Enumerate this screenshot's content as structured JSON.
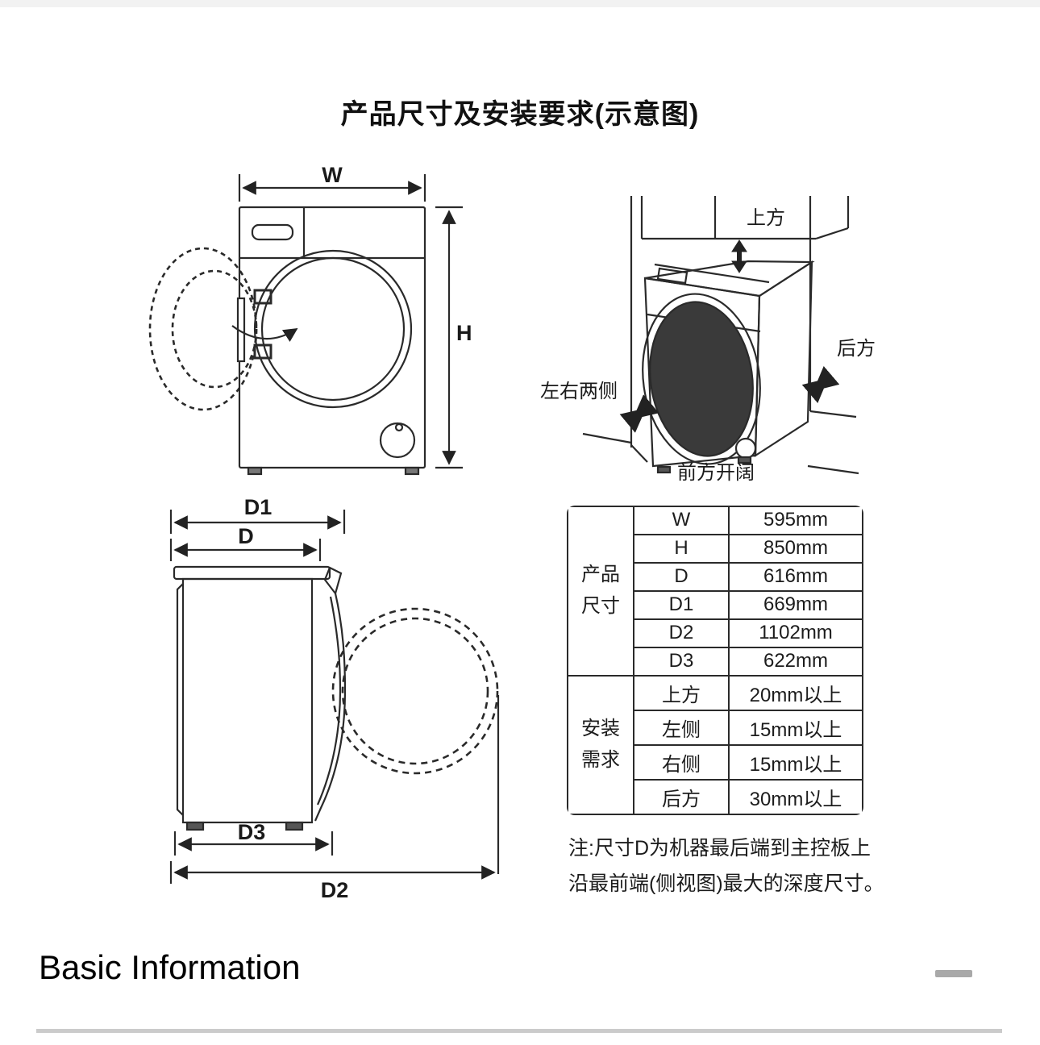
{
  "page": {
    "title": "产品尺寸及安装要求(示意图)",
    "section_heading": "Basic Information"
  },
  "front_view": {
    "width_label": "W",
    "height_label": "H"
  },
  "perspective_view": {
    "top_label": "上方",
    "rear_label": "后方",
    "sides_label": "左右两侧",
    "front_label": "前方开阔"
  },
  "side_view": {
    "d1_label": "D1",
    "d_label": "D",
    "d3_label": "D3",
    "d2_label": "D2"
  },
  "spec_table": {
    "groups": [
      {
        "name": "产品\n尺寸",
        "rows": [
          [
            "W",
            "595mm"
          ],
          [
            "H",
            "850mm"
          ],
          [
            "D",
            "616mm"
          ],
          [
            "D1",
            "669mm"
          ],
          [
            "D2",
            "1102mm"
          ],
          [
            "D3",
            "622mm"
          ]
        ]
      },
      {
        "name": "安装\n需求",
        "rows": [
          [
            "上方",
            "20mm以上"
          ],
          [
            "左侧",
            "15mm以上"
          ],
          [
            "右侧",
            "15mm以上"
          ],
          [
            "后方",
            "30mm以上"
          ]
        ]
      }
    ]
  },
  "note": {
    "line1": "注:尺寸D为机器最后端到主控板上",
    "line2": "沿最前端(侧视图)最大的深度尺寸。"
  }
}
